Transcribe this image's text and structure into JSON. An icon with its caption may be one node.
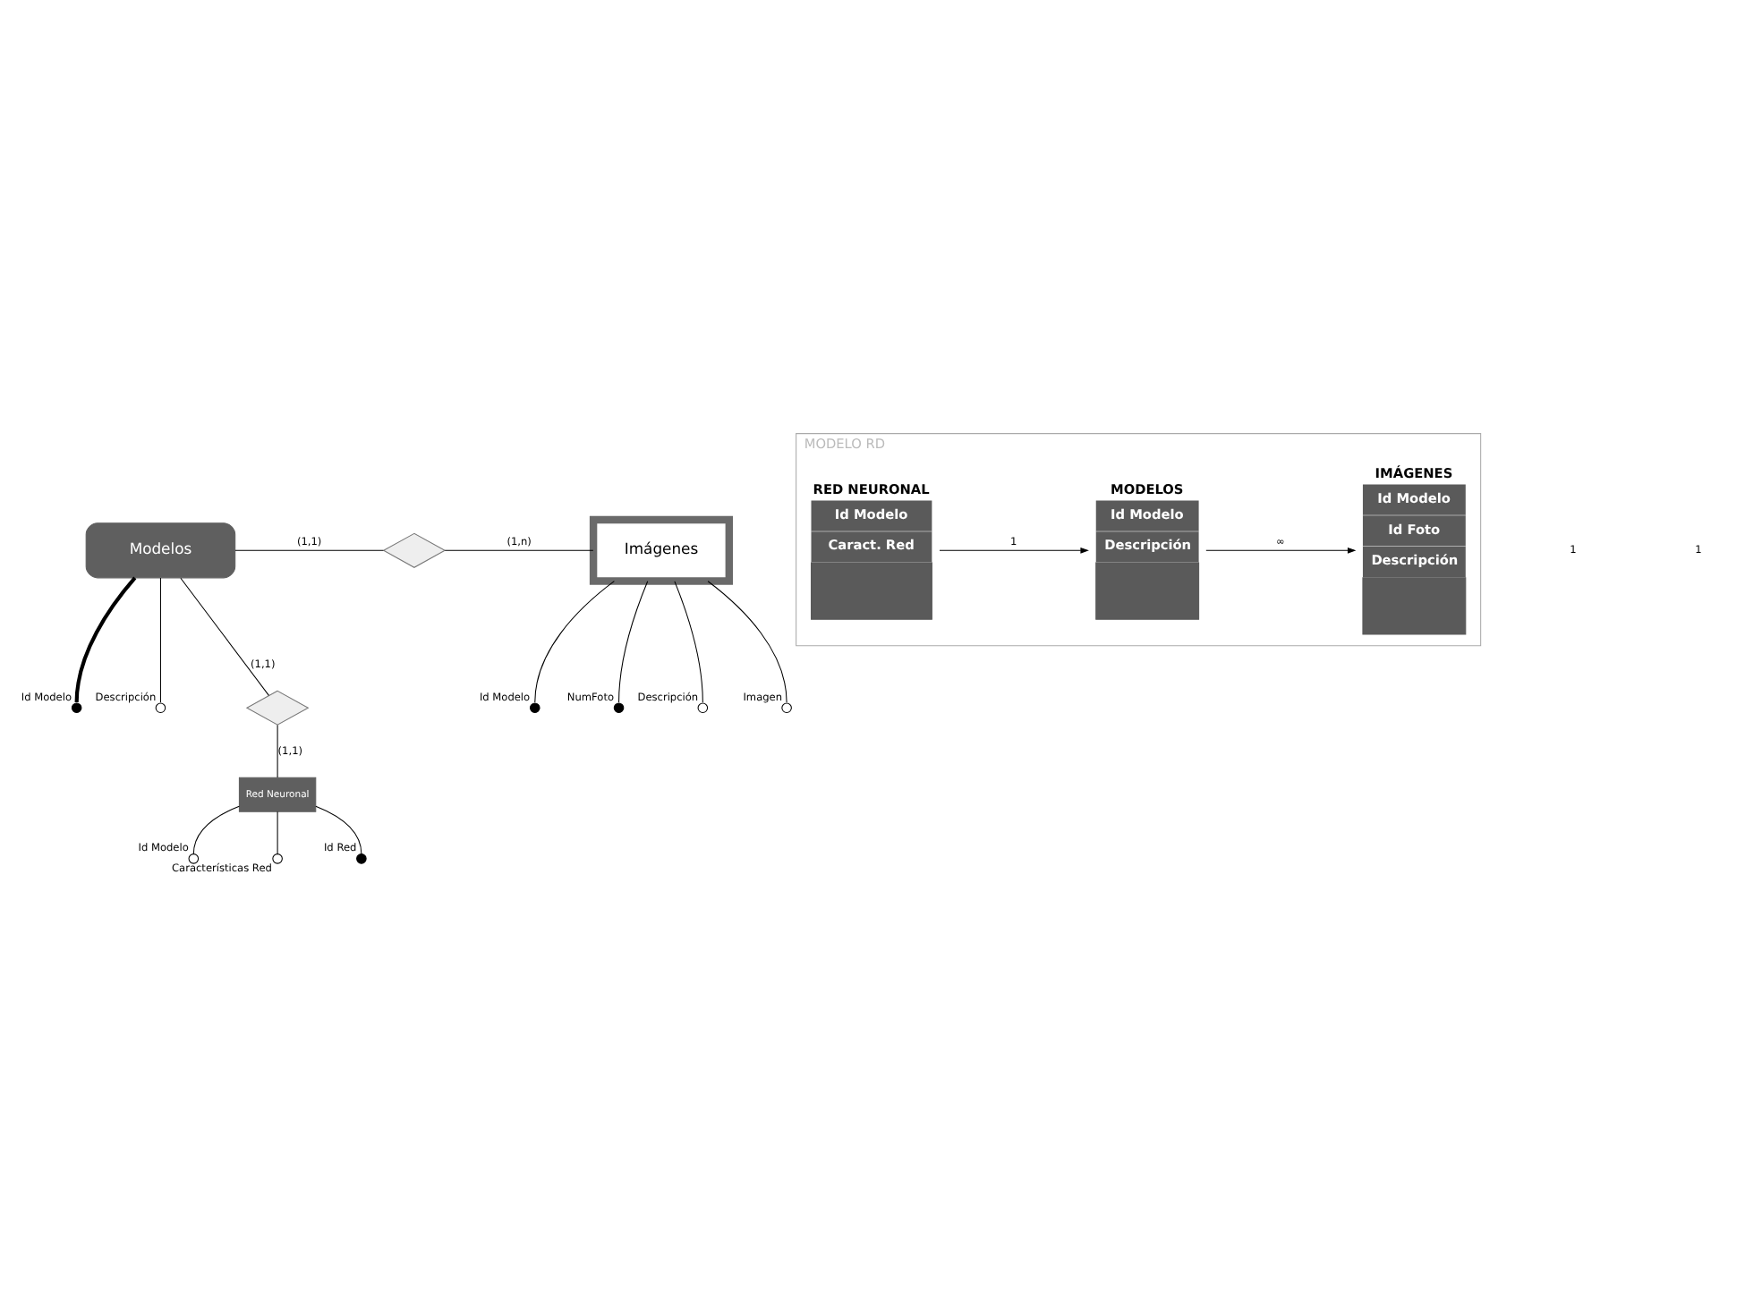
{
  "diagram": {
    "nodes": [
      {
        "text": [
          "Modelos"
        ]
      },
      {
        "text": [],
        "shape": "diamond"
      },
      {
        "text": [
          "Imágenes"
        ]
      },
      {
        "text": [],
        "shape": "circle",
        "beside": [
          "Id Modelo"
        ]
      },
      {
        "text": [],
        "shape": "circle",
        "beside": [
          "Descripción"
        ]
      },
      {
        "text": [],
        "shape": "circle",
        "beside": [
          "Id Modelo"
        ]
      },
      {
        "text": [],
        "shape": "circle",
        "beside": [
          "NumFoto"
        ]
      },
      {
        "text": [],
        "shape": "circle",
        "beside": [
          "Descripción"
        ]
      },
      {
        "text": [],
        "shape": "circle",
        "beside": [
          "Imagen"
        ]
      },
      {
        "text": [],
        "shape": "diamond"
      },
      {
        "text": [
          "Red Neuronal"
        ]
      },
      {
        "text": [],
        "shape": "circle",
        "beside": [
          "Id Modelo"
        ]
      },
      {
        "text": [],
        "shape": "circle",
        "beside": [
          "Características Red"
        ]
      },
      {
        "text": [],
        "shape": "circle",
        "beside": [
          "Id Red"
        ]
      },
      {
        "text": [
          "MODELO RD"
        ]
      },
      {
        "text": [
          "RED NEURONAL",
          "Id Modelo",
          "Caract. Red"
        ],
        "in": 14
      },
      {
        "text": [
          "MODELOS",
          "Id Modelo",
          "Descripción"
        ],
        "in": 14
      },
      {
        "text": [
          "IMÁGENES",
          "Id Modelo",
          "Id Foto",
          "Descripción"
        ],
        "in": 14
      }
    ],
    "edges": [
      {
        "from": 0,
        "to": 1,
        "arrow": "none",
        "label": "(1,1)"
      },
      {
        "from": 1,
        "to": 2,
        "arrow": "none",
        "label": "(1,n)"
      },
      {
        "from": 0,
        "to": 3,
        "arrow": "none",
        "style": "thick"
      },
      {
        "from": 0,
        "to": 4,
        "arrow": "none"
      },
      {
        "from": 2,
        "to": 5,
        "arrow": "none"
      },
      {
        "from": 2,
        "to": 6,
        "arrow": "none"
      },
      {
        "from": 2,
        "to": 7,
        "arrow": "none"
      },
      {
        "from": 2,
        "to": 8,
        "arrow": "none"
      },
      {
        "from": 0,
        "to": 9,
        "arrow": "none",
        "label": "(1,1)"
      },
      {
        "from": 9,
        "to": 10,
        "arrow": "none",
        "label": "(1,1)"
      },
      {
        "from": 10,
        "to": 11,
        "arrow": "none"
      },
      {
        "from": 10,
        "to": 12,
        "arrow": "none"
      },
      {
        "from": 10,
        "to": 13,
        "arrow": "none"
      },
      {
        "from": 15,
        "to": 16,
        "arrow": "to",
        "label": "1"
      },
      {
        "from": 16,
        "to": 17,
        "arrow": "to",
        "label": "∞"
      }
    ],
    "labels": [
      "1",
      "1"
    ]
  }
}
